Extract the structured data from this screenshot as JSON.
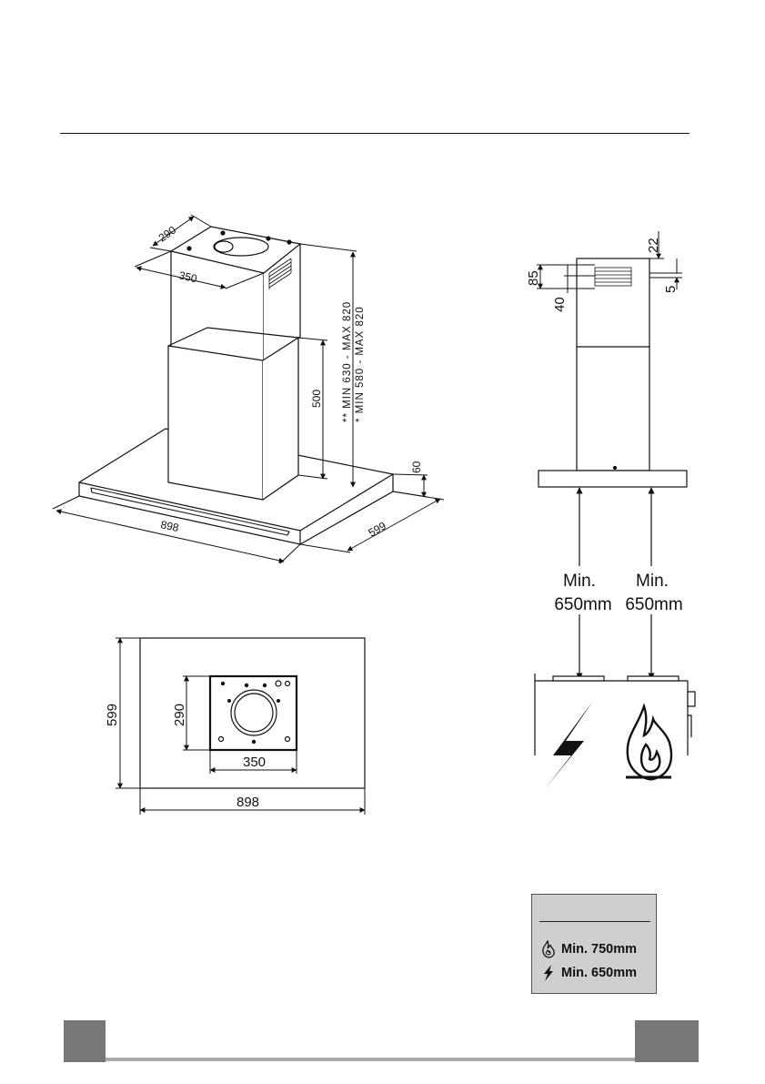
{
  "dimensions": {
    "width_top": "290",
    "depth_top": "350",
    "chimney_lower": "500",
    "height_range_1": "** MIN 630 - MAX 820",
    "height_range_2": "* MIN 580 - MAX 820",
    "hood_thickness": "60",
    "hood_width": "898",
    "hood_depth": "599",
    "side_22": "22",
    "side_85": "85",
    "side_40": "40",
    "side_5": "5",
    "plan_599": "599",
    "plan_290": "290",
    "plan_350": "350",
    "plan_898": "898"
  },
  "clearance": {
    "left_label_1": "Min.",
    "left_label_2": "650mm",
    "right_label_1": "Min.",
    "right_label_2": "650mm"
  },
  "legend": {
    "gas_icon": "flame-icon",
    "electric_icon": "lightning-icon",
    "gas_text": "Min. 750mm",
    "electric_text": "Min. 650mm"
  },
  "colors": {
    "footer_block": "#777777",
    "legend_bg": "#cfcfcf"
  }
}
